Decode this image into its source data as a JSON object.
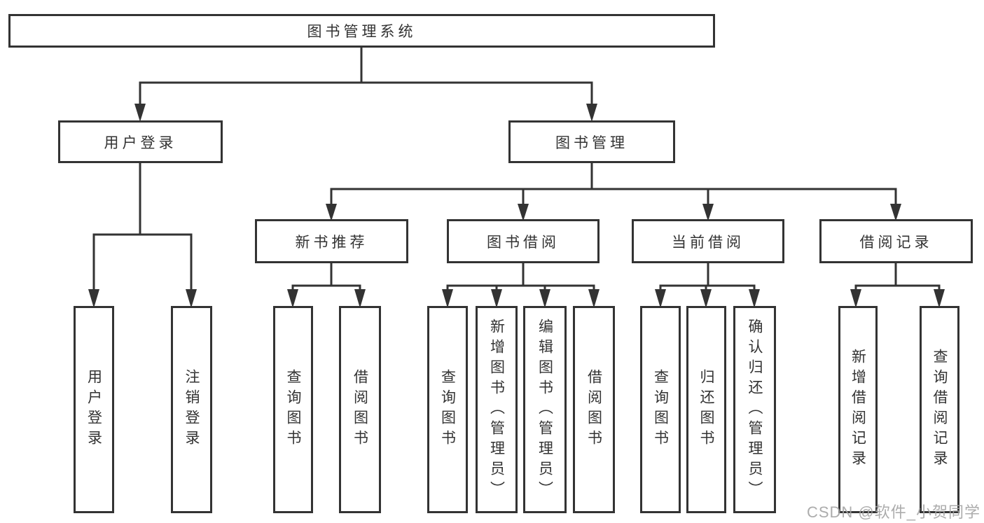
{
  "diagram": {
    "title": "图书管理系统",
    "nodes": {
      "root": "图书管理系统",
      "user_login": "用户登录",
      "book_management": "图书管理",
      "new_book_recommendation": "新书推荐",
      "book_borrowing": "图书借阅",
      "current_borrowing": "当前借阅",
      "borrowing_records": "借阅记录",
      "login": "用户登录",
      "logout": "注销登录",
      "nbr_query_books": "查询图书",
      "nbr_borrow_books": "借阅图书",
      "bb_query_books": "查询图书",
      "bb_add_books": "新增图书（管理员）",
      "bb_edit_books": "编辑图书（管理员）",
      "bb_borrow_books": "借阅图书",
      "cb_query_books": "查询图书",
      "cb_return_books": "归还图书",
      "cb_confirm_return": "确认归还（管理员）",
      "br_add_record": "新增借阅记录",
      "br_query_record": "查询借阅记录"
    },
    "edges": [
      [
        "root",
        "user_login"
      ],
      [
        "root",
        "book_management"
      ],
      [
        "user_login",
        "login"
      ],
      [
        "user_login",
        "logout"
      ],
      [
        "book_management",
        "new_book_recommendation"
      ],
      [
        "book_management",
        "book_borrowing"
      ],
      [
        "book_management",
        "current_borrowing"
      ],
      [
        "book_management",
        "borrowing_records"
      ],
      [
        "new_book_recommendation",
        "nbr_query_books"
      ],
      [
        "new_book_recommendation",
        "nbr_borrow_books"
      ],
      [
        "book_borrowing",
        "bb_query_books"
      ],
      [
        "book_borrowing",
        "bb_add_books"
      ],
      [
        "book_borrowing",
        "bb_edit_books"
      ],
      [
        "book_borrowing",
        "bb_borrow_books"
      ],
      [
        "current_borrowing",
        "cb_query_books"
      ],
      [
        "current_borrowing",
        "cb_return_books"
      ],
      [
        "current_borrowing",
        "cb_confirm_return"
      ],
      [
        "borrowing_records",
        "br_add_record"
      ],
      [
        "borrowing_records",
        "br_query_record"
      ]
    ],
    "colors": {
      "line": "#333333",
      "box_border": "#333333",
      "box_background": "#ffffff",
      "text": "#333333",
      "background": "#ffffff",
      "watermark": "#a3a3a3"
    }
  },
  "watermark": {
    "text": "CSDN @软件_小贺同学"
  }
}
